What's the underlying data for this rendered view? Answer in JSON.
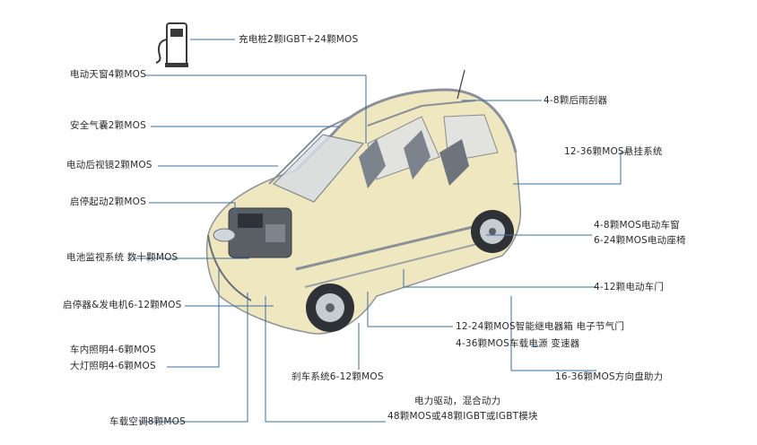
{
  "labels": {
    "charging_pile": "充电桩2颗IGBT+24颗MOS",
    "sunroof": "电动天窗4颗MOS",
    "wiper": "4-8颗后雨刮器",
    "airbag": "安全气囊2颗MOS",
    "suspension": "12-36颗MOS悬挂系统",
    "mirror": "电动后视镜2颗MOS",
    "starter": "启停起动2颗MOS",
    "window_seat_1": "4-8颗MOS电动车窗",
    "window_seat_2": "6-24颗MOS电动座椅",
    "battery_mgmt": "电池监视系统 数十颗MOS",
    "doors": "4-12颗电动车门",
    "integrated_starter": "启停器&发电机6-12颗MOS",
    "relay_box_1": "12-24颗MOS智能继电器箱  电子节气门",
    "relay_box_2": "4-36颗MOS车载电源       变速器",
    "interior_light_1": "车内照明4-6颗MOS",
    "interior_light_2": "大灯照明4-6颗MOS",
    "brake": "刹车系统6-12颗MOS",
    "steering": "16-36颗MOS方向盘助力",
    "drive_1": "电力驱动，混合动力",
    "drive_2": "48颗MOS或48颗IGBT或IGBT模块",
    "ac": "车载空调8颗MOS"
  },
  "colors": {
    "leader": "#3d6fa0",
    "car_body": "#e8dfb0",
    "car_frame": "#9aa3ad"
  }
}
